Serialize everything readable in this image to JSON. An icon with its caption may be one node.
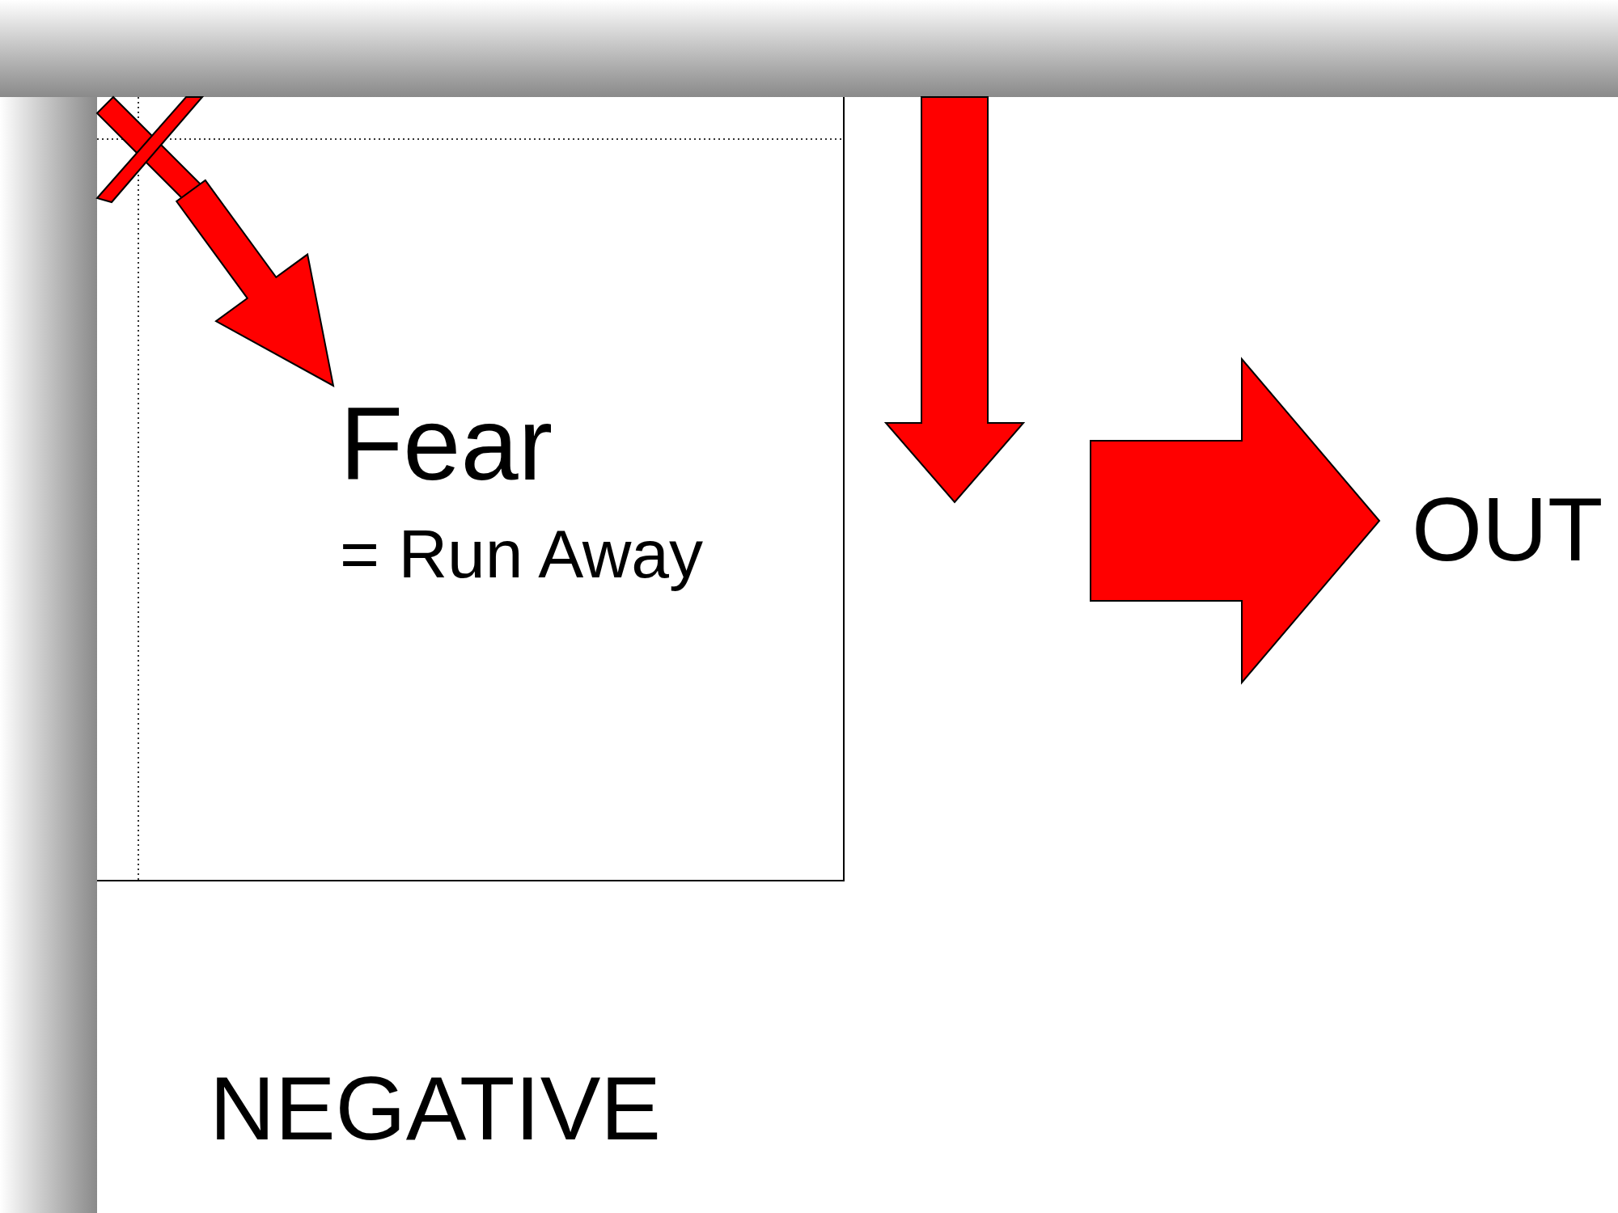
{
  "diagram": {
    "nodes": [
      {
        "text": [],
        "shape": "box"
      },
      {
        "text": [
          "Fear",
          "= Run Away"
        ],
        "in": 0
      },
      {
        "text": [],
        "shape": "cross",
        "in": 0
      },
      {
        "text": [
          "OUT"
        ]
      }
    ],
    "edges": [
      {
        "from": 2,
        "to": 1,
        "arrow": "to"
      },
      {
        "from": null,
        "to": 3,
        "arrow": "to"
      }
    ],
    "labels": [
      "NEGATIVE"
    ]
  }
}
